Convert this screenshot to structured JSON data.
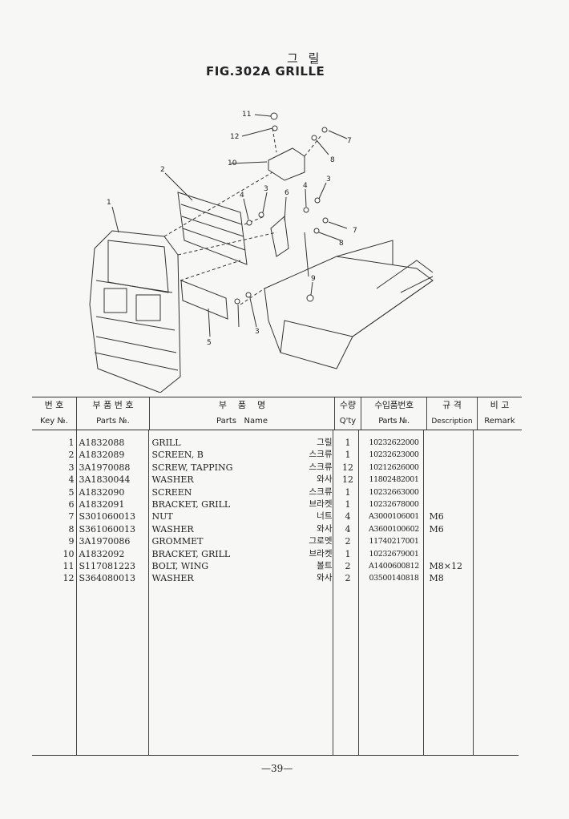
{
  "header": {
    "title_kr": "그 릴",
    "title": "FIG.302A  GRILLE"
  },
  "diagram": {
    "callouts": [
      "1",
      "2",
      "3",
      "3",
      "3",
      "4",
      "4",
      "5",
      "6",
      "7",
      "7",
      "8",
      "8",
      "9",
      "10",
      "11",
      "12"
    ]
  },
  "table": {
    "headers": [
      {
        "kr": "번 호",
        "en": "Key №."
      },
      {
        "kr": "부 품 번 호",
        "en": "Parts №."
      },
      {
        "kr": "부    품    명",
        "en": "Parts   Name"
      },
      {
        "kr": "수량",
        "en": "Q'ty"
      },
      {
        "kr": "수입품번호",
        "en": "Parts №."
      },
      {
        "kr": "규 격",
        "en": "Description"
      },
      {
        "kr": "비 고",
        "en": "Remark"
      }
    ],
    "rows": [
      {
        "key": "1",
        "part": "A1832088",
        "name": "GRILL",
        "kr": "그릴",
        "qty": "1",
        "import": "10232622000",
        "desc": "",
        "remark": ""
      },
      {
        "key": "2",
        "part": "A1832089",
        "name": "SCREEN, B",
        "kr": "스크류",
        "qty": "1",
        "import": "10232623000",
        "desc": "",
        "remark": ""
      },
      {
        "key": "3",
        "part": "3A1970088",
        "name": "SCREW, TAPPING",
        "kr": "스크류",
        "qty": "12",
        "import": "10212626000",
        "desc": "",
        "remark": ""
      },
      {
        "key": "4",
        "part": "3A1830044",
        "name": "WASHER",
        "kr": "와사",
        "qty": "12",
        "import": "11802482001",
        "desc": "",
        "remark": ""
      },
      {
        "key": "5",
        "part": "A1832090",
        "name": "SCREEN",
        "kr": "스크류",
        "qty": "1",
        "import": "10232663000",
        "desc": "",
        "remark": ""
      },
      {
        "key": "6",
        "part": "A1832091",
        "name": "BRACKET, GRILL",
        "kr": "브라켓",
        "qty": "1",
        "import": "10232678000",
        "desc": "",
        "remark": ""
      },
      {
        "key": "7",
        "part": "S301060013",
        "name": "NUT",
        "kr": "너트",
        "qty": "4",
        "import": "A3000106001",
        "desc": "M6",
        "remark": ""
      },
      {
        "key": "8",
        "part": "S361060013",
        "name": "WASHER",
        "kr": "와사",
        "qty": "4",
        "import": "A3600100602",
        "desc": "M6",
        "remark": ""
      },
      {
        "key": "9",
        "part": "3A1970086",
        "name": "GROMMET",
        "kr": "그로멧",
        "qty": "2",
        "import": "11740217001",
        "desc": "",
        "remark": ""
      },
      {
        "key": "10",
        "part": "A1832092",
        "name": "BRACKET, GRILL",
        "kr": "브라켓",
        "qty": "1",
        "import": "10232679001",
        "desc": "",
        "remark": ""
      },
      {
        "key": "11",
        "part": "S117081223",
        "name": "BOLT, WING",
        "kr": "볼트",
        "qty": "2",
        "import": "A1400600812",
        "desc": "M8×12",
        "remark": ""
      },
      {
        "key": "12",
        "part": "S364080013",
        "name": "WASHER",
        "kr": "와사",
        "qty": "2",
        "import": "03500140818",
        "desc": "M8",
        "remark": ""
      }
    ]
  },
  "footer": {
    "page": "—39—"
  }
}
